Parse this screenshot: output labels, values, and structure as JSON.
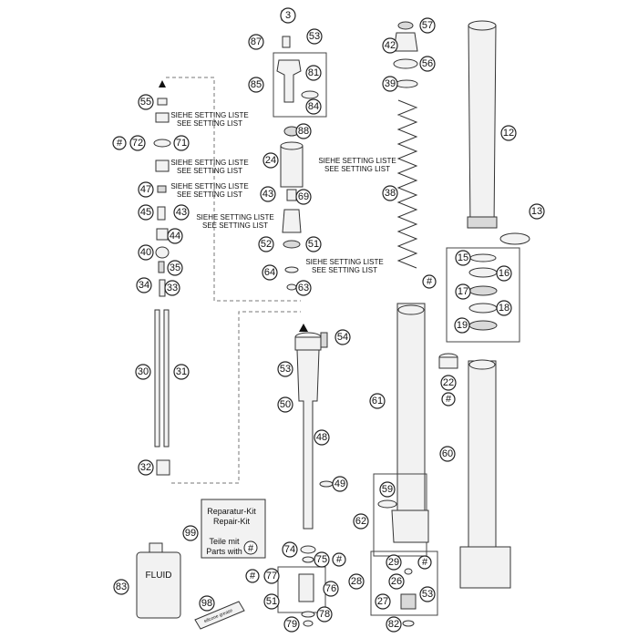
{
  "notes": {
    "setting_de": "SIEHE SETTING LISTE",
    "setting_en": "SEE SETTING LIST"
  },
  "repair_kit": {
    "title_de": "Reparatur-Kit",
    "title_en": "Repair-Kit",
    "sub_de": "Teile mit",
    "sub_en": "Parts with",
    "marker": "#"
  },
  "fluid_label": "FLUID",
  "grease_label": "silicone grease",
  "callouts": [
    "3",
    "87",
    "53",
    "57",
    "42",
    "12",
    "56",
    "81",
    "85",
    "84",
    "39",
    "55",
    "88",
    "72",
    "71",
    "24",
    "38",
    "47",
    "43",
    "69",
    "45",
    "13",
    "44",
    "52",
    "51",
    "40",
    "35",
    "64",
    "15",
    "16",
    "34",
    "33",
    "63",
    "17",
    "18",
    "54",
    "19",
    "30",
    "31",
    "53",
    "22",
    "61",
    "50",
    "48",
    "60",
    "32",
    "49",
    "59",
    "99",
    "62",
    "83",
    "74",
    "75",
    "29",
    "77",
    "26",
    "28",
    "76",
    "98",
    "51",
    "78",
    "27",
    "79",
    "82"
  ],
  "markers": [
    "#",
    "#",
    "#",
    "#",
    "#",
    "#"
  ]
}
